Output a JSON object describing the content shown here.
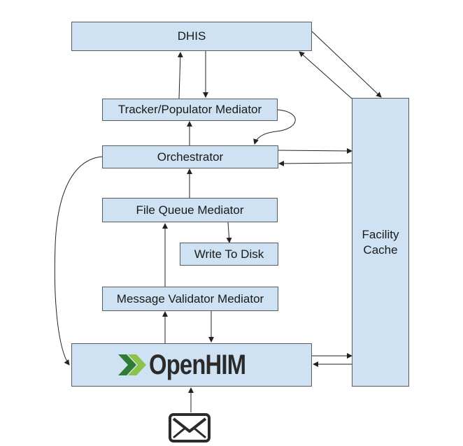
{
  "diagram": {
    "nodes": {
      "dhis": {
        "label": "DHIS"
      },
      "tracker": {
        "label": "Tracker/Populator Mediator"
      },
      "orchestrator": {
        "label": "Orchestrator"
      },
      "file_queue": {
        "label": "File Queue Mediator"
      },
      "write_disk": {
        "label": "Write To Disk"
      },
      "validator": {
        "label": "Message Validator Mediator"
      },
      "openhim": {
        "logo_text": "OpenHIM",
        "logo_colors": [
          "#2e7d32",
          "#8bc34a",
          "#2b2b2b"
        ]
      },
      "facility_cache": {
        "label": "Facility\nCache"
      }
    },
    "icons": {
      "input": "envelope-icon"
    },
    "edges": [
      {
        "from": "tracker",
        "to": "dhis"
      },
      {
        "from": "dhis",
        "to": "tracker"
      },
      {
        "from": "dhis",
        "to": "facility_cache"
      },
      {
        "from": "facility_cache",
        "to": "dhis"
      },
      {
        "from": "tracker",
        "to": "orchestrator"
      },
      {
        "from": "orchestrator",
        "to": "tracker"
      },
      {
        "from": "orchestrator",
        "to": "facility_cache"
      },
      {
        "from": "facility_cache",
        "to": "orchestrator"
      },
      {
        "from": "file_queue",
        "to": "orchestrator"
      },
      {
        "from": "file_queue",
        "to": "write_disk"
      },
      {
        "from": "validator",
        "to": "file_queue"
      },
      {
        "from": "openhim",
        "to": "validator"
      },
      {
        "from": "validator",
        "to": "openhim"
      },
      {
        "from": "orchestrator",
        "to": "openhim"
      },
      {
        "from": "openhim",
        "to": "facility_cache"
      },
      {
        "from": "facility_cache",
        "to": "openhim"
      },
      {
        "from": "envelope",
        "to": "openhim"
      }
    ],
    "colors": {
      "box_fill": "#cfe2f3",
      "box_border": "#5a5a5a",
      "arrow": "#222222"
    }
  }
}
